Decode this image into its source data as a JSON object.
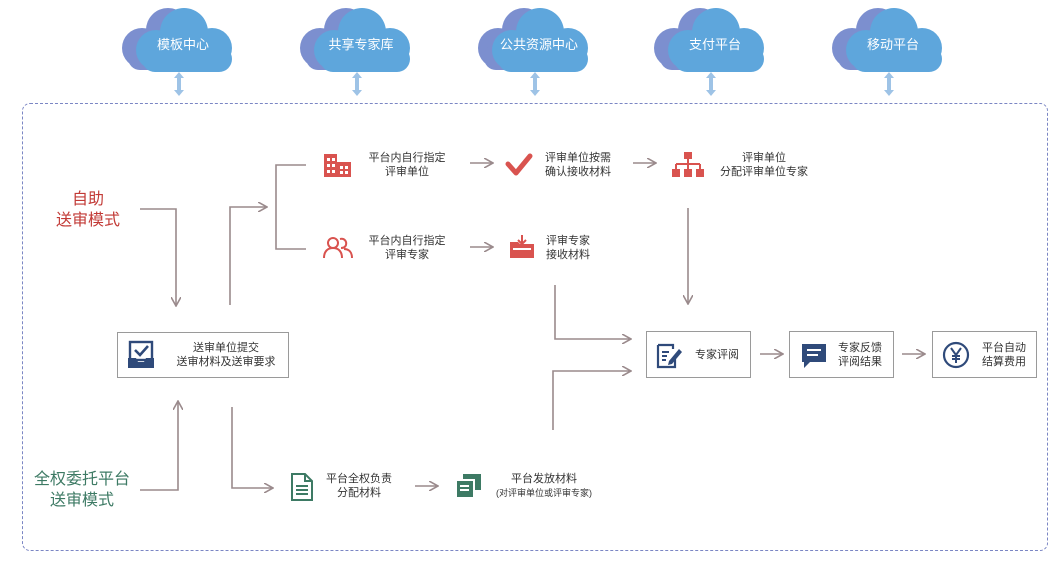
{
  "clouds": [
    {
      "label": "模板中心"
    },
    {
      "label": "共享专家库"
    },
    {
      "label": "公共资源中心"
    },
    {
      "label": "支付平台"
    },
    {
      "label": "移动平台"
    }
  ],
  "modes": {
    "self_service": {
      "line1": "自助",
      "line2": "送审模式"
    },
    "full_delegation": {
      "line1": "全权委托平台",
      "line2": "送审模式"
    }
  },
  "submit_box": {
    "line1": "送审单位提交",
    "line2": "送审材料及送审要求"
  },
  "steps": {
    "assign_unit": {
      "line1": "平台内自行指定",
      "line2": "评审单位"
    },
    "unit_confirm": {
      "line1": "评审单位按需",
      "line2": "确认接收材料"
    },
    "unit_assign_expert": {
      "line1": "评审单位",
      "line2": "分配评审单位专家"
    },
    "assign_expert": {
      "line1": "平台内自行指定",
      "line2": "评审专家"
    },
    "expert_receive": {
      "line1": "评审专家",
      "line2": "接收材料"
    },
    "platform_assign": {
      "line1": "平台全权负责",
      "line2": "分配材料"
    },
    "platform_distribute": {
      "line1": "平台发放材料",
      "line2": "(对评审单位或评审专家)"
    }
  },
  "result_boxes": {
    "expert_review": {
      "line1": "专家评阅"
    },
    "feedback": {
      "line1": "专家反馈",
      "line2": "评阅结果"
    },
    "settlement": {
      "line1": "平台自动",
      "line2": "结算费用"
    }
  },
  "colors": {
    "cloud_front": "#5ea6dc",
    "cloud_back": "#7c8fcf",
    "dash_border": "#7b86c4",
    "accent_red": "#d9534f",
    "accent_green": "#3d7a64",
    "navy_icon": "#2f4a7a",
    "arrow_gray": "#9a8a8c"
  }
}
